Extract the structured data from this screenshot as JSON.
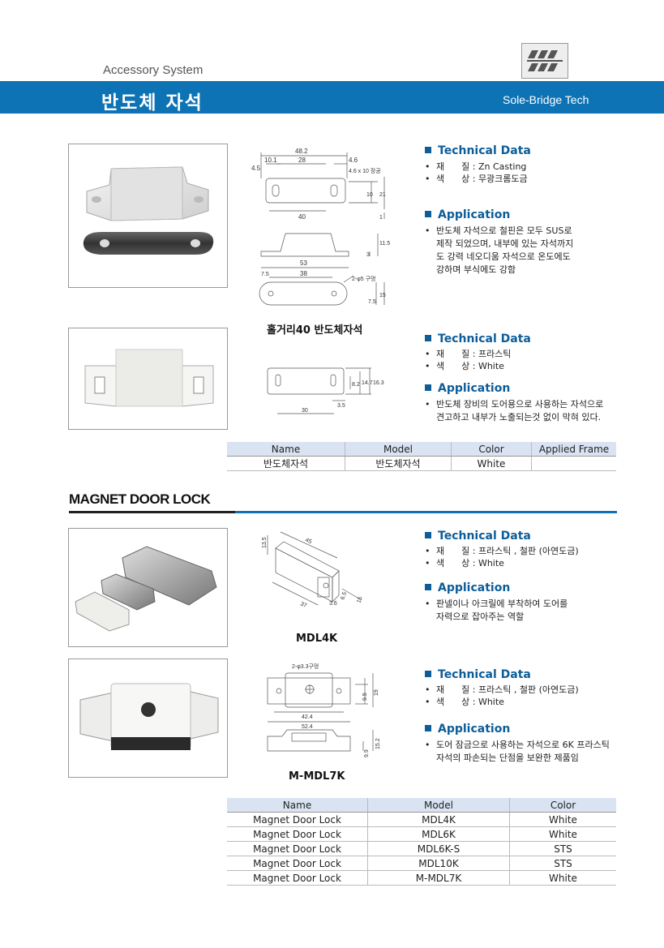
{
  "header": {
    "category": "Accessory System",
    "title": "반도체 자석",
    "company": "Sole-Bridge Tech",
    "brand_color": "#0d73b4"
  },
  "product1": {
    "drawing_dims": {
      "d1": "48.2",
      "d2": "10.1",
      "d3": "28",
      "d4": "4.6",
      "d5": "4.5",
      "d6": "4.6 x 10 장공",
      "d7": "10",
      "d8": "21",
      "d9": "40",
      "d10": "1",
      "d11": "11.5",
      "d12": "3",
      "d13": "53",
      "d14": "7.5",
      "d15": "38",
      "d16": "2-φ5 구멍",
      "d17": "7.5",
      "d18": "15"
    },
    "caption": "홀거리40 반도체자석",
    "tech_title": "Technical Data",
    "tech_items": [
      {
        "key": "재      질",
        "value": "Zn Casting"
      },
      {
        "key": "색      상",
        "value": "무광크롬도금"
      }
    ],
    "app_title": "Application",
    "app_lines": [
      "반도체 자석으로 철핀은 모두 SUS로",
      "제작 되었으며, 내부에 있는 자석까지",
      "도 강력 네오디움 자석으로 온도에도",
      "강하며 부식에도 강함"
    ]
  },
  "product2": {
    "drawing_dims": {
      "d1": "8.2",
      "d2": "14.7",
      "d3": "16.3",
      "d4": "3.5",
      "d5": "30"
    },
    "tech_title": "Technical Data",
    "tech_items": [
      {
        "key": "재      질",
        "value": "프라스틱"
      },
      {
        "key": "색      상",
        "value": "White"
      }
    ],
    "app_title": "Application",
    "app_lines": [
      "반도체 장비의 도어용으로 사용하는 자석으로",
      "견고하고 내부가 노출되는것 없이 막혀 있다."
    ]
  },
  "table1": {
    "headers": [
      "Name",
      "Model",
      "Color",
      "Applied Frame"
    ],
    "rows": [
      [
        "반도체자석",
        "반도체자석",
        "White",
        ""
      ]
    ]
  },
  "section": {
    "title": "MAGNET DOOR LOCK"
  },
  "product3": {
    "drawing_dims": {
      "d1": "13.5",
      "d2": "45",
      "d3": "37",
      "d4": "3.6",
      "d5": "6.5",
      "d6": "15"
    },
    "caption": "MDL4K",
    "tech_title": "Technical Data",
    "tech_items": [
      {
        "key": "재      질",
        "value": "프라스틱 , 철판 (아연도금)"
      },
      {
        "key": "색      상",
        "value": "White"
      }
    ],
    "app_title": "Application",
    "app_lines": [
      "판넬이나 아크릴에 부착하여 도어를",
      "자력으로 잡아주는 역할"
    ]
  },
  "product4": {
    "drawing_dims": {
      "d1": "2-φ3.3구멍",
      "d2": "9.5",
      "d3": "19",
      "d4": "42.4",
      "d5": "52.4",
      "d6": "9.9",
      "d7": "15.2"
    },
    "caption": "M-MDL7K",
    "tech_title": "Technical Data",
    "tech_items": [
      {
        "key": "재      질",
        "value": "프라스틱 , 철판 (아연도금)"
      },
      {
        "key": "색      상",
        "value": "White"
      }
    ],
    "app_title": "Application",
    "app_lines": [
      "도어 잠금으로 사용하는 자석으로 6K 프라스틱",
      "자석의 파손되는 단점을 보완한 제품임"
    ]
  },
  "table2": {
    "headers": [
      "Name",
      "Model",
      "Color"
    ],
    "rows": [
      [
        "Magnet Door Lock",
        "MDL4K",
        "White"
      ],
      [
        "Magnet Door Lock",
        "MDL6K",
        "White"
      ],
      [
        "Magnet Door Lock",
        "MDL6K-S",
        "STS"
      ],
      [
        "Magnet Door Lock",
        "MDL10K",
        "STS"
      ],
      [
        "Magnet Door Lock",
        "M-MDL7K",
        "White"
      ]
    ]
  }
}
